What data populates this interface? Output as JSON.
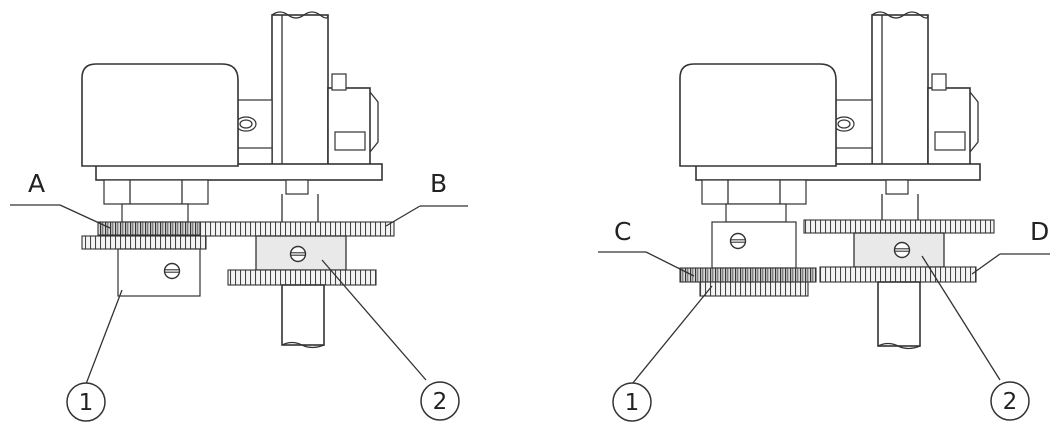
{
  "left_assembly": {
    "label_a": "A",
    "label_b": "B",
    "callout_1": "1",
    "callout_2": "2"
  },
  "right_assembly": {
    "label_c": "C",
    "label_d": "D",
    "callout_1": "1",
    "callout_2": "2"
  }
}
